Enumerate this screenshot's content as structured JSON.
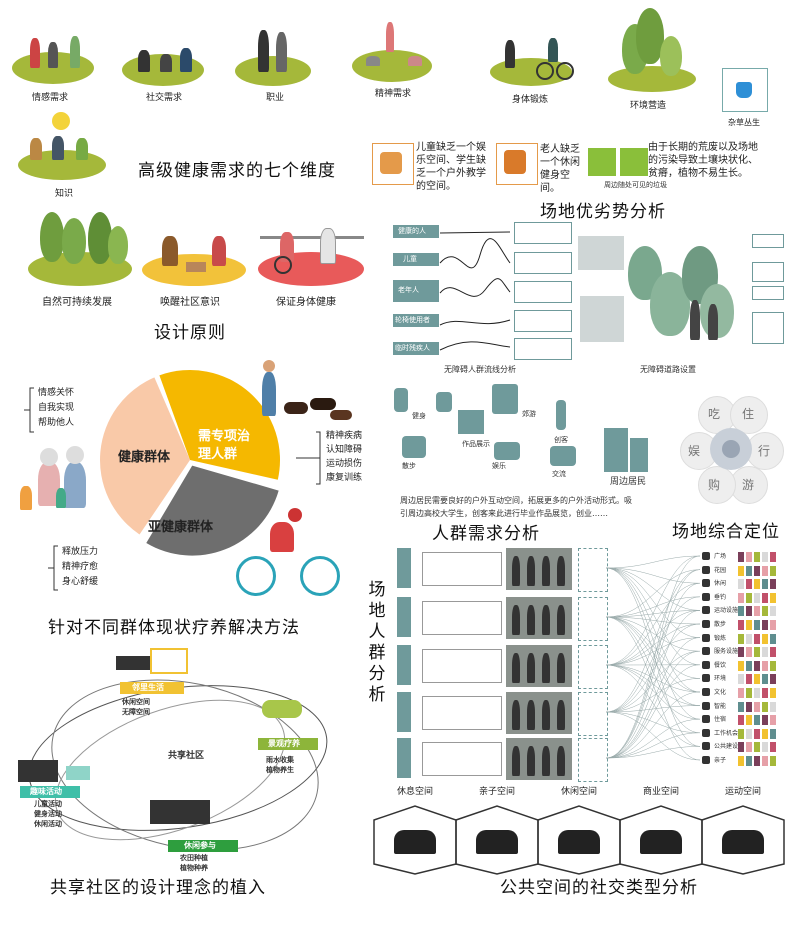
{
  "dimensions": {
    "items": [
      "情感需求",
      "社交需求",
      "职业",
      "精神需求",
      "身体锻炼",
      "环境营造",
      "知识"
    ],
    "title": "高级健康需求的七个维度"
  },
  "site_analysis": {
    "child_text": "儿童缺乏一个娱乐空间、学生缺乏一个户外教学的空间。",
    "elder_text": "老人缺乏一个休闲健身空间。",
    "soil_text": "由于长期的荒废以及场地的污染导致土壤块状化、贫瘠，植物不易生长。",
    "weed_label": "杂草丛生",
    "trash_label": "周边随处可见的垃圾",
    "title": "场地优劣势分析"
  },
  "principles": {
    "items": [
      "自然可持续发展",
      "唤醒社区意识",
      "保证身体健康"
    ],
    "title": "设计原则"
  },
  "flow": {
    "rows": [
      "健康的人",
      "儿童",
      "老年人",
      "轮椅使用者",
      "临时残疾人"
    ],
    "caption_left": "无障碍人群流线分析",
    "caption_right": "无障碍道路设置"
  },
  "groups": {
    "segments": [
      {
        "name": "健康群体",
        "color": "#f5b800",
        "value": 35
      },
      {
        "name": "需专项治理人群",
        "color": "#6e6e6e",
        "value": 30
      },
      {
        "name": "亚健康群体",
        "color": "#f9c9a8",
        "value": 35
      }
    ],
    "healthy_notes": [
      "情感关怀",
      "自我实现",
      "帮助他人"
    ],
    "special_notes": [
      "精神疾病",
      "认知障碍",
      "运动损伤",
      "康复训练"
    ],
    "sub_notes": [
      "释放压力",
      "精神疗愈",
      "身心舒缓"
    ],
    "title": "针对不同群体现状疗养解决方法"
  },
  "crowd_needs": {
    "labels": [
      "健身",
      "郊游",
      "作品展示",
      "创客",
      "散步",
      "娱乐",
      "交流"
    ],
    "resident": "周边居民",
    "desc": "周边居民需要良好的户外互动空间，拓展更多的户外活动形式。吸引周边高校大学生，创客来此进行毕业作品展览，创业……",
    "title": "人群需求分析"
  },
  "positioning": {
    "petals": [
      "吃",
      "住",
      "行",
      "游",
      "购",
      "娱"
    ],
    "title": "场地综合定位"
  },
  "crowd_site": {
    "title_chars": [
      "场",
      "地",
      "人",
      "群",
      "分",
      "析"
    ],
    "functions": [
      "广场",
      "花园",
      "休闲",
      "垂钓",
      "运动设施",
      "散步",
      "锻炼",
      "服务设施",
      "餐饮",
      "环境",
      "文化",
      "智能",
      "住宿",
      "工作机会",
      "公共建设",
      "亲子"
    ]
  },
  "community": {
    "nodes": [
      {
        "name": "邻里生活",
        "subs": [
          "休闲空间",
          "无障空间"
        ]
      },
      {
        "name": "景观疗养",
        "subs": [
          "雨水收集",
          "植物养生"
        ]
      },
      {
        "name": "趣味活动",
        "subs": [
          "儿童活动",
          "健身活动",
          "休闲活动"
        ]
      },
      {
        "name": "休闲参与",
        "subs": [
          "农田种植",
          "植物种养"
        ]
      }
    ],
    "center": "共享社区",
    "title": "共享社区的设计理念的植入"
  },
  "social": {
    "types": [
      "休息空间",
      "亲子空间",
      "休闲空间",
      "商业空间",
      "运动空间"
    ],
    "title": "公共空间的社交类型分析"
  },
  "colors": {
    "grass": "#a5b83a",
    "tree": "#7aaa4a",
    "teal": "#6f9a9b",
    "yellow": "#f5b800",
    "gray": "#6e6e6e",
    "peach": "#f9c9a8",
    "green": "#2e9e3e"
  }
}
